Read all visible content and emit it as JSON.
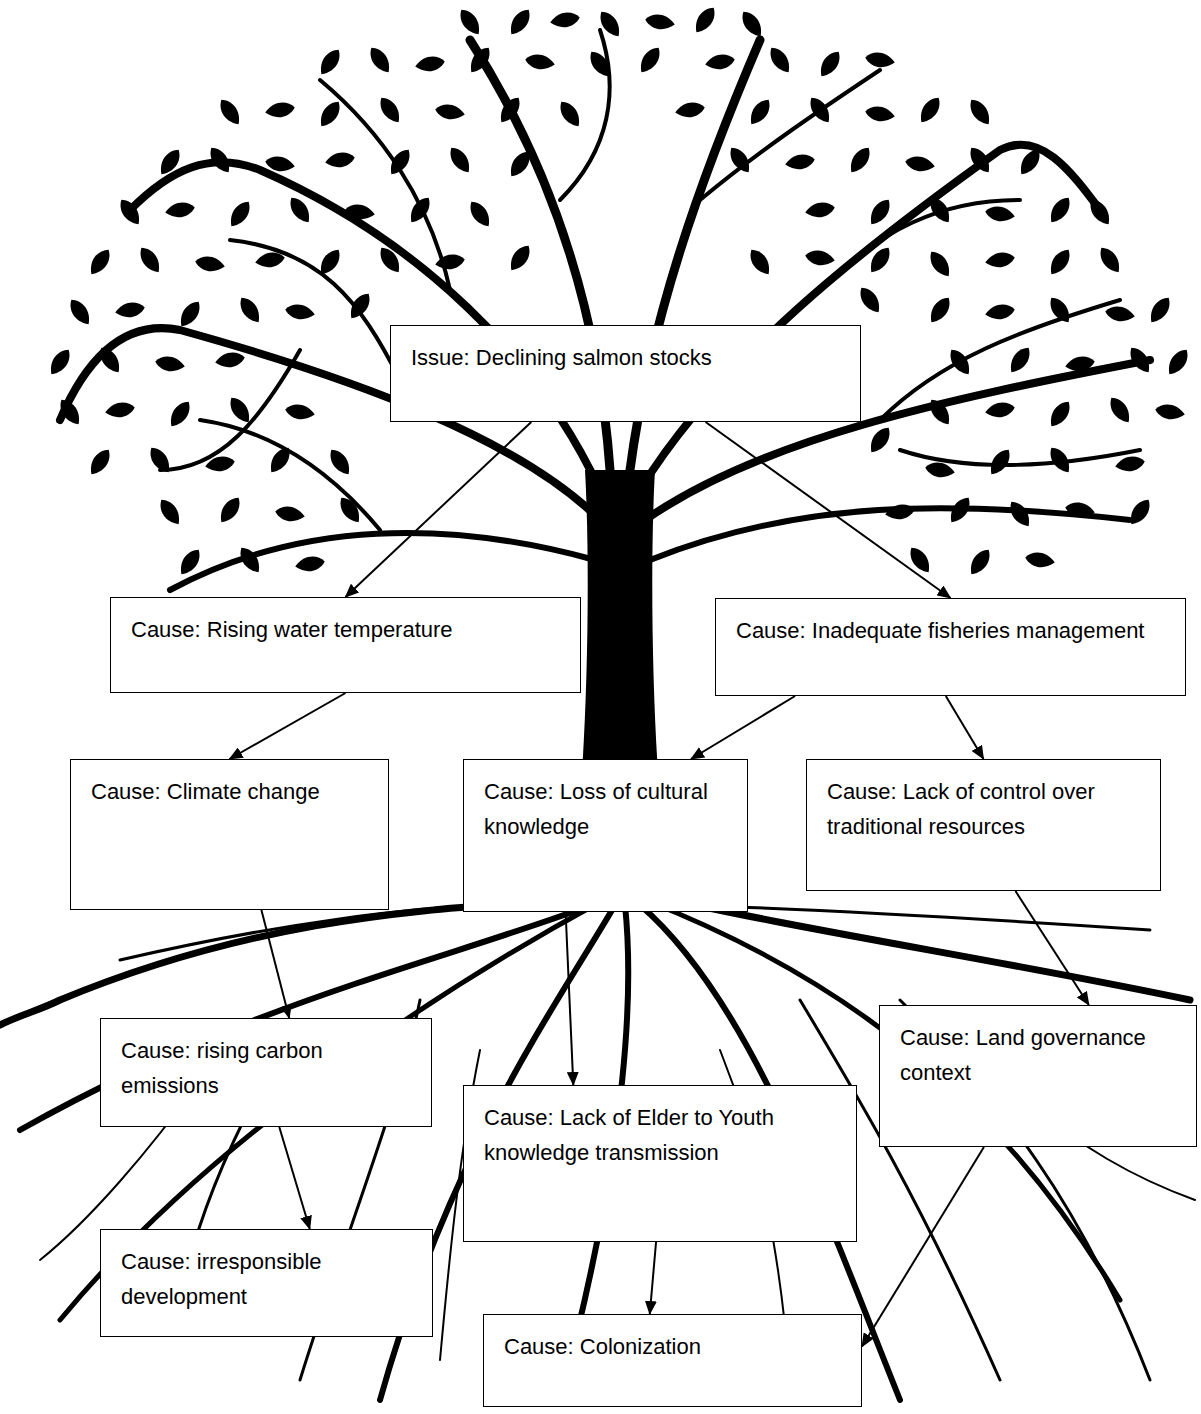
{
  "diagram": {
    "nodes": [
      {
        "text": [
          "Issue: Declining salmon stocks"
        ]
      },
      {
        "text": [
          "Cause: Rising water temperature"
        ]
      },
      {
        "text": [
          "Cause: Inadequate fisheries management"
        ]
      },
      {
        "text": [
          "Cause: Climate change"
        ]
      },
      {
        "text": [
          "Cause: Loss of cultural knowledge"
        ]
      },
      {
        "text": [
          "Cause: Lack of control over traditional resources"
        ]
      },
      {
        "text": [
          "Cause: rising carbon emissions"
        ]
      },
      {
        "text": [
          "Cause: Lack of Elder to Youth knowledge transmission"
        ]
      },
      {
        "text": [
          "Cause: Land governance context"
        ]
      },
      {
        "text": [
          "Cause: irresponsible development"
        ]
      },
      {
        "text": [
          "Cause: Colonization"
        ]
      }
    ],
    "edges": [
      {
        "from": 0,
        "to": 1,
        "arrow": "to"
      },
      {
        "from": 0,
        "to": 2,
        "arrow": "to"
      },
      {
        "from": 1,
        "to": 3,
        "arrow": "to"
      },
      {
        "from": 2,
        "to": 4,
        "arrow": "to"
      },
      {
        "from": 2,
        "to": 5,
        "arrow": "to"
      },
      {
        "from": 3,
        "to": 6,
        "arrow": "to"
      },
      {
        "from": 4,
        "to": 7,
        "arrow": "to"
      },
      {
        "from": 5,
        "to": 8,
        "arrow": "to"
      },
      {
        "from": 6,
        "to": 9,
        "arrow": "to"
      },
      {
        "from": 7,
        "to": 10,
        "arrow": "to"
      },
      {
        "from": 8,
        "to": 10,
        "arrow": "to"
      }
    ]
  }
}
